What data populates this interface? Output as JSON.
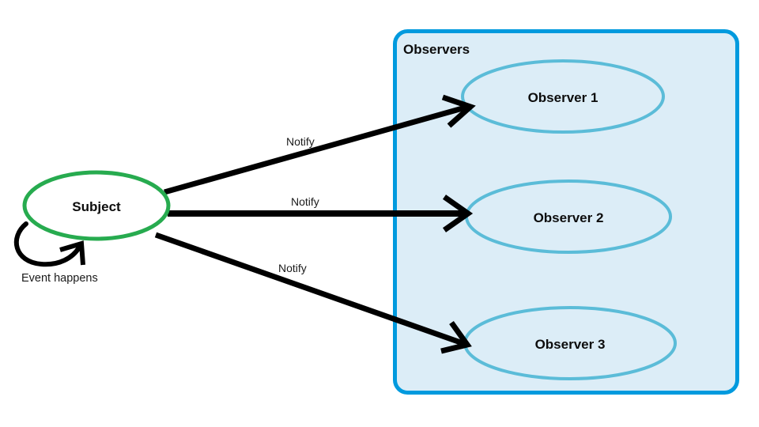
{
  "diagram": {
    "type": "observer-pattern",
    "background": "#ffffff",
    "subject": {
      "label": "Subject",
      "stroke_color": "#27ab4f",
      "fill_color": "#ffffff",
      "self_loop_label": "Event happens"
    },
    "group": {
      "title": "Observers",
      "border_color": "#009ade",
      "fill_color": "#dcedf7"
    },
    "observers": [
      {
        "label": "Observer 1",
        "stroke_color": "#5bbcd8",
        "fill_color": "#dcedf7"
      },
      {
        "label": "Observer 2",
        "stroke_color": "#5bbcd8",
        "fill_color": "#dcedf7"
      },
      {
        "label": "Observer 3",
        "stroke_color": "#5bbcd8",
        "fill_color": "#dcedf7"
      }
    ],
    "edges": [
      {
        "label": "Notify",
        "from": "Subject",
        "to": "Observer 1",
        "color": "#000000"
      },
      {
        "label": "Notify",
        "from": "Subject",
        "to": "Observer 2",
        "color": "#000000"
      },
      {
        "label": "Notify",
        "from": "Subject",
        "to": "Observer 3",
        "color": "#000000"
      }
    ]
  }
}
